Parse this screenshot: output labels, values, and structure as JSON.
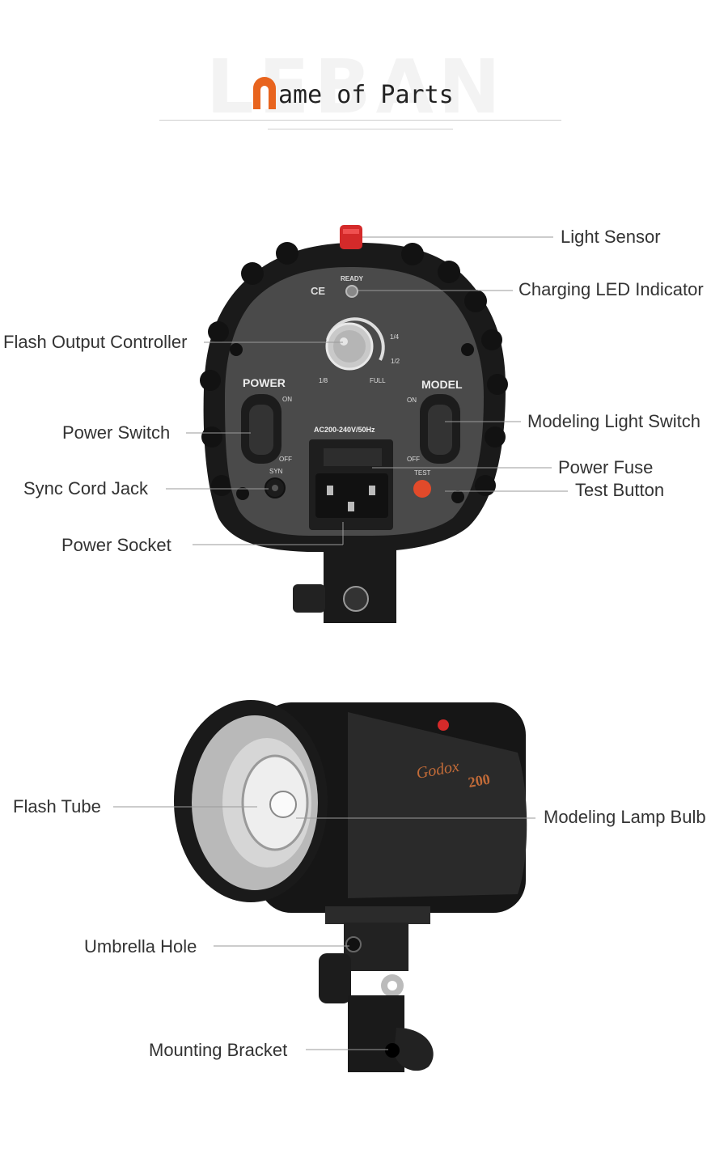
{
  "header": {
    "watermark": "LEBAN",
    "title_letter": "N",
    "title_rest": "ame of Parts"
  },
  "panel": {
    "ready": "READY",
    "ce": "CE",
    "dial_marks": [
      "1/4",
      "1/2",
      "1/8",
      "FULL"
    ],
    "power": "POWER",
    "model": "MODEL",
    "on": "ON",
    "off": "OFF",
    "voltage": "AC200-240V/50Hz",
    "syn": "SYN",
    "test": "TEST"
  },
  "body_brand": {
    "logo": "Godox",
    "model_number": "200"
  },
  "labels_top": {
    "light_sensor": "Light Sensor",
    "charging_led": "Charging LED Indicator",
    "flash_output": "Flash Output Controller",
    "power_switch": "Power Switch",
    "modeling_switch": "Modeling Light Switch",
    "power_fuse": "Power Fuse",
    "test_button": "Test Button",
    "sync_jack": "Sync Cord Jack",
    "power_socket": "Power Socket"
  },
  "labels_bottom": {
    "flash_tube": "Flash Tube",
    "modeling_bulb": "Modeling Lamp Bulb",
    "umbrella_hole": "Umbrella Hole",
    "mounting_bracket": "Mounting Bracket"
  },
  "colors": {
    "accent_orange": "#e8641e",
    "sensor_red": "#d42a2a",
    "body_dark": "#1b1b1b",
    "panel_gray": "#4a4a4a"
  }
}
